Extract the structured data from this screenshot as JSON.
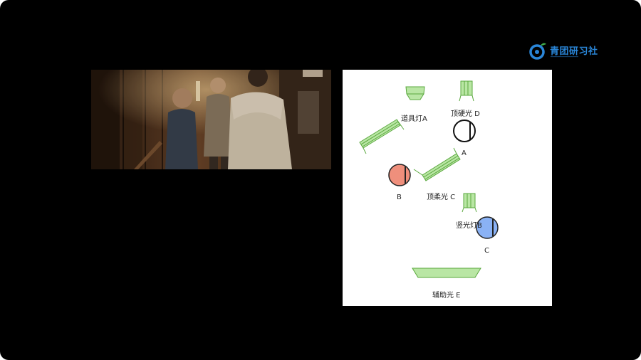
{
  "logo": {
    "text": "青团研习社"
  },
  "still": {
    "icon": "film-still-image"
  },
  "diagram": {
    "labels": {
      "prop_light": "道具灯A",
      "top_hard": "顶硬光 D",
      "actor_a": "A",
      "actor_b": "B",
      "top_soft": "顶柔光 C",
      "side_light": "竖光灯B",
      "actor_c": "C",
      "fill": "辅助光 E"
    },
    "colors": {
      "light_fill": "#b9e6a4",
      "light_stroke": "#5aa83e",
      "actor_b": "#ef8f7c",
      "actor_c": "#8ab2f5",
      "actor_a": "#ffffff"
    }
  }
}
